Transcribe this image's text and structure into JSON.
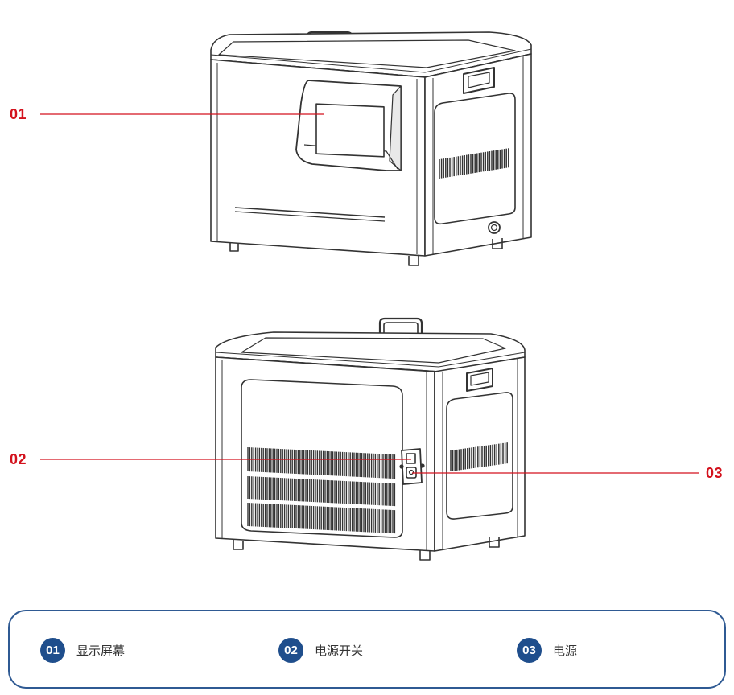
{
  "callouts": [
    {
      "number": "01"
    },
    {
      "number": "02"
    },
    {
      "number": "03"
    }
  ],
  "legend": [
    {
      "number": "01",
      "label": "显示屏幕"
    },
    {
      "number": "02",
      "label": "电源开关"
    },
    {
      "number": "03",
      "label": "电源"
    }
  ],
  "colors": {
    "callout": "#d3121d",
    "legend_badge": "#1f4e8c",
    "legend_border": "#2f5a93",
    "line_art": "#333333"
  }
}
